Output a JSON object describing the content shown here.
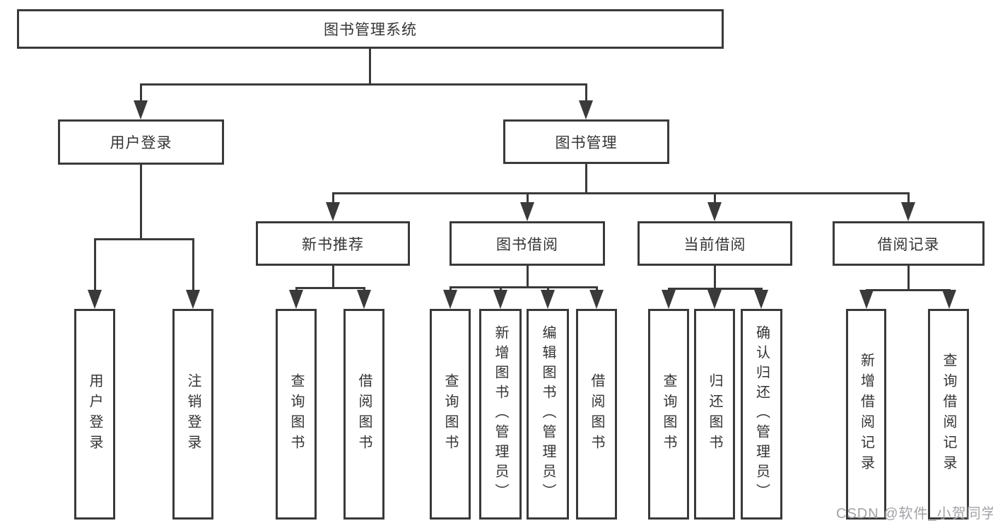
{
  "title": "图书管理系统",
  "level2": [
    {
      "label": "用户登录",
      "children": [
        "用户登录",
        "注销登录"
      ]
    },
    {
      "label": "图书管理"
    }
  ],
  "level3": [
    {
      "label": "新书推荐",
      "children": [
        "查询图书",
        "借阅图书"
      ]
    },
    {
      "label": "图书借阅",
      "children": [
        "查询图书",
        "新增图书（管理员）",
        "编辑图书（管理员）",
        "借阅图书"
      ]
    },
    {
      "label": "当前借阅",
      "children": [
        "查询图书",
        "归还图书",
        "确认归还（管理员）"
      ]
    },
    {
      "label": "借阅记录",
      "children": [
        "新增借阅记录",
        "查询借阅记录"
      ]
    }
  ],
  "watermark": "CSDN @软件_小贺同学",
  "colors": {
    "line": "#3a3a3a",
    "text": "#343434",
    "watermark": "#a3a3a8",
    "background": "#ffffff"
  }
}
